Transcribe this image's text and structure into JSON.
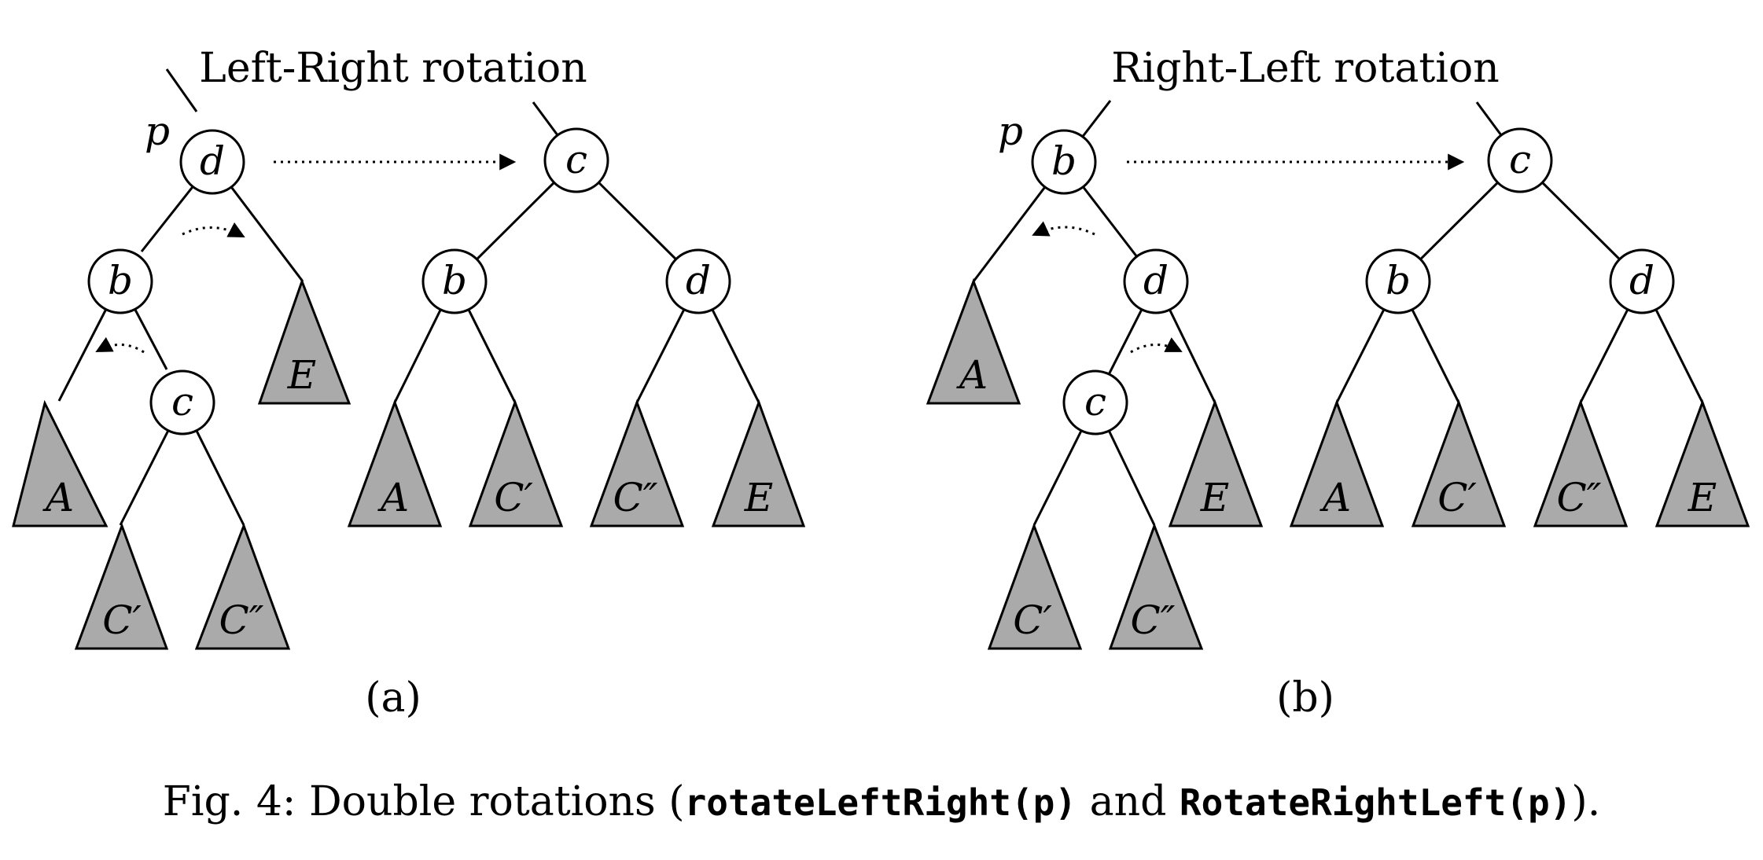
{
  "panel_a": {
    "title": "Left-Right rotation",
    "sublabel": "(a)",
    "pointer_label": "p",
    "before": {
      "root": "d",
      "left": "b",
      "grandchild": "c",
      "subtrees": [
        "A",
        "C′",
        "C″",
        "E"
      ]
    },
    "after": {
      "root": "c",
      "left": "b",
      "right": "d",
      "subtrees": [
        "A",
        "C′",
        "C″",
        "E"
      ]
    }
  },
  "panel_b": {
    "title": "Right-Left rotation",
    "sublabel": "(b)",
    "pointer_label": "p",
    "before": {
      "root": "b",
      "right": "d",
      "grandchild": "c",
      "subtrees": [
        "A",
        "C′",
        "C″",
        "E"
      ]
    },
    "after": {
      "root": "c",
      "left": "b",
      "right": "d",
      "subtrees": [
        "A",
        "C′",
        "C″",
        "E"
      ]
    }
  },
  "caption": {
    "prefix": "Fig. 4: Double rotations (",
    "code1": "rotateLeftRight(p)",
    "middle": " and ",
    "code2": "RotateRightLeft(p)",
    "suffix": ")."
  }
}
